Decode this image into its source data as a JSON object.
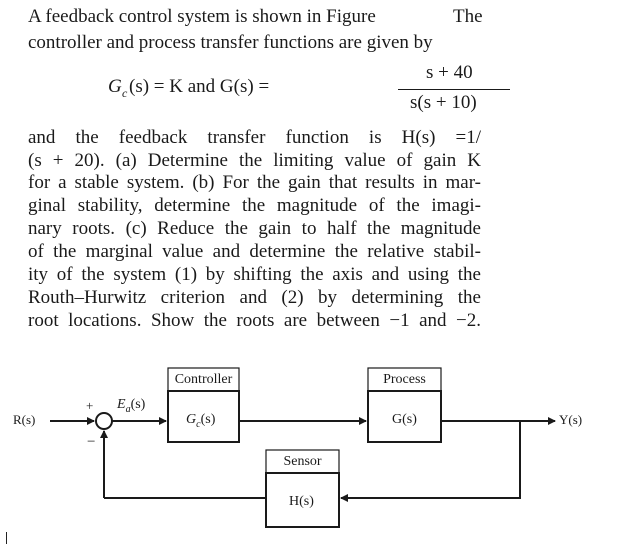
{
  "problem": {
    "lines": [
      "A feedback control system is shown in Figure",
      "controller and process transfer functions are given by",
      "and  the  feedback  transfer  function  is  H(s) =1/",
      "(s + 20). (a) Determine the limiting value of gain K",
      "for a stable system. (b) For the gain that results in mar-",
      "ginal stability, determine the magnitude of the imagi-",
      "nary roots. (c) Reduce the gain to half the magnitude",
      "of the marginal value and determine the relative stabil-",
      "ity of the system (1) by shifting the axis and using the",
      "Routh–Hurwitz criterion and (2) by determining the",
      "root locations. Show the roots are between −1 and −2."
    ],
    "line1_suffix": "The",
    "equation": {
      "lhs": "G",
      "lhs_sub": "c",
      "lhs_rest": "(s)  =  K and G(s)  =",
      "numerator": "s + 40",
      "denominator": "s(s + 10)"
    }
  },
  "diagram": {
    "controller_title": "Controller",
    "process_title": "Process",
    "sensor_title": "Sensor",
    "controller_tf": "G",
    "controller_tf_sub": "c",
    "controller_tf_rest": "(s)",
    "process_tf": "G(s)",
    "sensor_tf": "H(s)",
    "input": "R(s)",
    "output": "Y(s)",
    "error": "E",
    "error_sub": "a",
    "error_rest": "(s)",
    "plus": "+",
    "minus": "−"
  }
}
